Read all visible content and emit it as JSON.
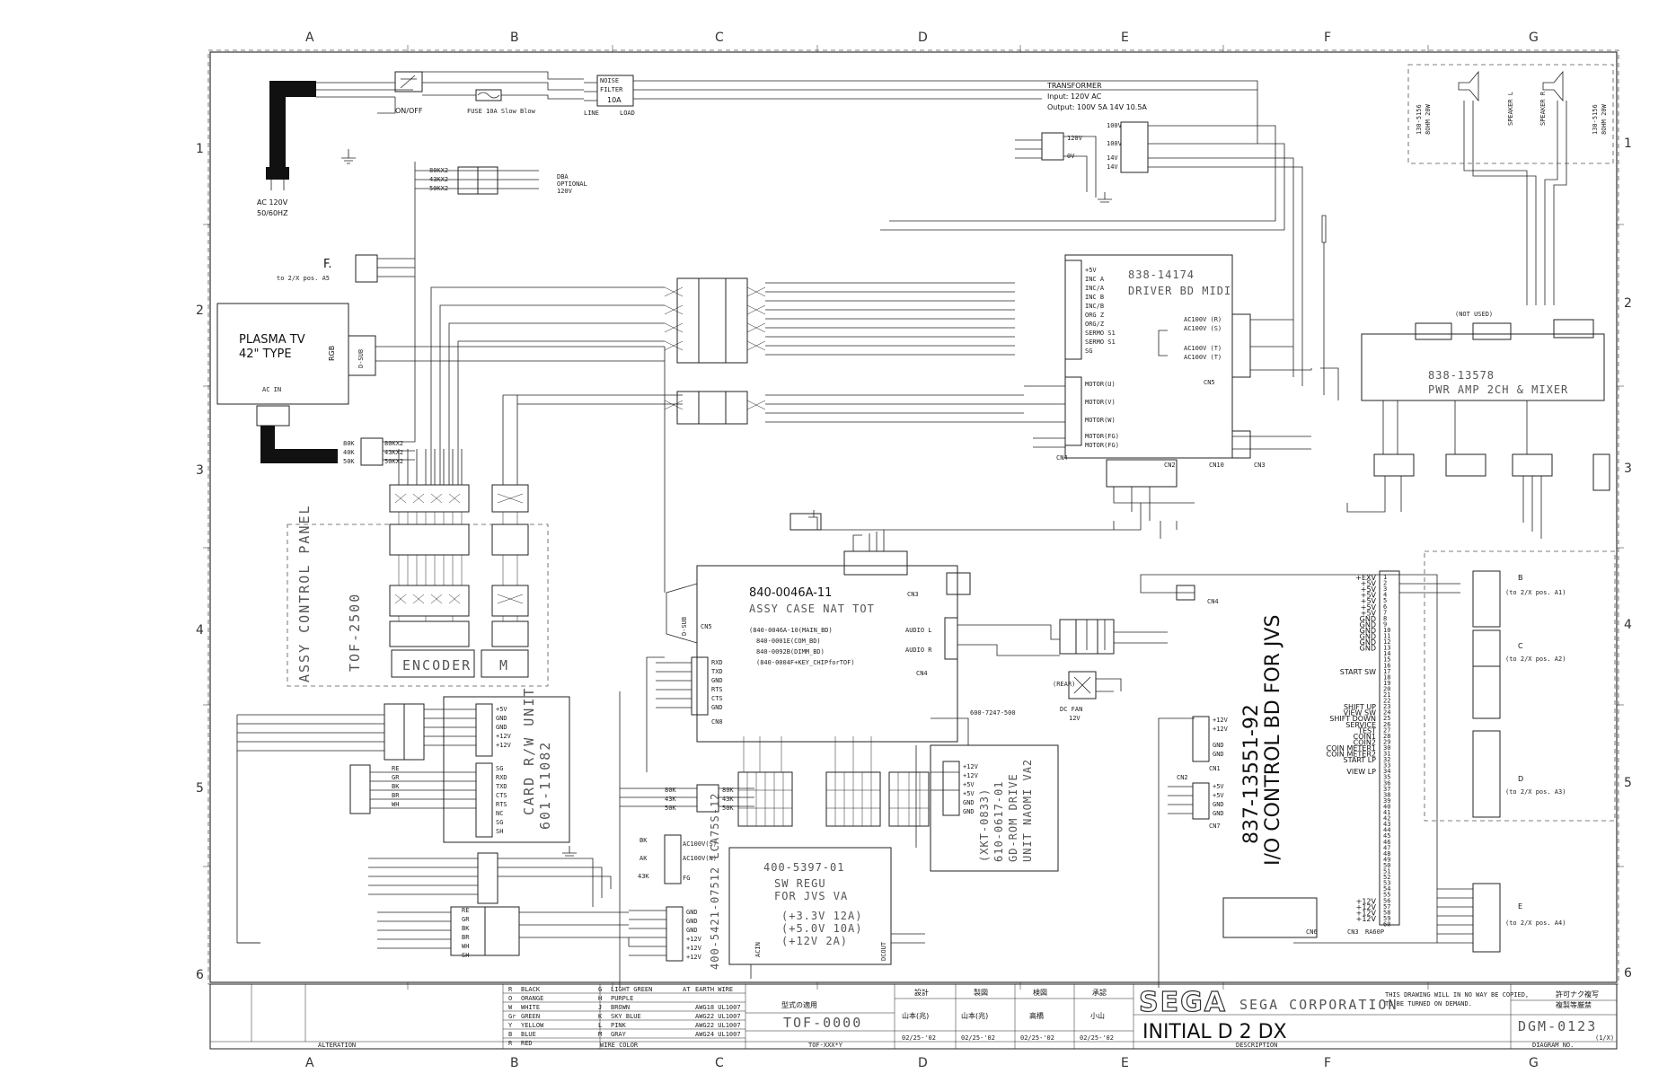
{
  "grid": {
    "columns": [
      "A",
      "B",
      "C",
      "D",
      "E",
      "F",
      "G"
    ],
    "rows": [
      "1",
      "2",
      "3",
      "4",
      "5",
      "6"
    ]
  },
  "power": {
    "ac_label": "AC 120V",
    "hz_label": "50/60HZ",
    "switch_label": "ON/OFF",
    "fuse_label": "FUSE 10A Slow Blow",
    "noise_filter": [
      "NOISE",
      "FILTER",
      "10A"
    ],
    "line_label": "LINE",
    "load_label": "LOAD",
    "dba_label": [
      "DBA",
      "OPTIONAL",
      "120V"
    ]
  },
  "transformer": {
    "title": "TRANSFORMER",
    "input": "Input: 120V AC",
    "output": "Output: 100V 5A 14V 10.5A",
    "taps": [
      "120V",
      "0V",
      "100V",
      "100V",
      "14V",
      "14V"
    ]
  },
  "f_note": {
    "letter": "F.",
    "note": "to 2/X pos. A5"
  },
  "plasma": {
    "title": "PLASMA TV",
    "size": "42\" TYPE",
    "rgb": "RGB",
    "dsub": "D-SUB",
    "acin": "AC IN"
  },
  "control_panel": {
    "title": "ASSY CONTROL PANEL",
    "part": "TOF-2500",
    "encoder": "ENCODER",
    "m": "M"
  },
  "driver": {
    "part": "838-14174",
    "title": "DRIVER BD MIDI",
    "pins": [
      "+5V",
      "INC A",
      "INC/A",
      "INC B",
      "INC/B",
      "ORG Z",
      "ORG/Z",
      "SERMO S1",
      "SERMO S1",
      "SG"
    ],
    "motor": [
      "MOTOR(U)",
      "MOTOR(V)",
      "MOTOR(W)",
      "MOTOR(FG)",
      "MOTOR(FG)"
    ],
    "ac100": [
      "AC100V (R)",
      "AC100V (S)",
      "AC100V (T)",
      "AC100V (T)"
    ],
    "cn": [
      "CN5",
      "CN4",
      "CN3",
      "CN2",
      "CN10"
    ]
  },
  "amp": {
    "part": "838-13578",
    "title": "PWR AMP 2CH & MIXER",
    "not_used": "(NOT USED)",
    "speaker_l": "SPEAKER L",
    "speaker_r": "SPEAKER R",
    "spk_part": "130-5156",
    "spk_spec": "8OHM 20W"
  },
  "naomi": {
    "part": "840-0046A-11",
    "title": "ASSY CASE NAT TOT",
    "subs": [
      "(840-0046A-10(MAIN_BD)",
      "840-0001E(COM_BD)",
      "840-0092B(DIMM_BD)",
      "(840-0004F+KEY_CHIPforTOF)"
    ],
    "dsub": "D-SUB",
    "serial": [
      "RXD",
      "TXD",
      "GND",
      "RTS",
      "CTS",
      "GND"
    ],
    "audio_l": "AUDIO L",
    "audio_r": "AUDIO R",
    "cn": [
      "CN3",
      "CN5",
      "CN8",
      "CN4"
    ]
  },
  "card_rw": {
    "part": "601-11082",
    "title": "CARD R/W UNIT",
    "pins": [
      "+5V",
      "GND",
      "GND",
      "+12V",
      "+12V"
    ],
    "serial": [
      "SG",
      "RXD",
      "TXD",
      "CTS",
      "RTS",
      "NC",
      "SG",
      "SH"
    ]
  },
  "gdrom": {
    "part": "610-0617-01",
    "title": "GD-ROM DRIVE",
    "unit": "UNIT NAOMI VA2",
    "xkt": "(XKT-0833)",
    "pins": [
      "+12V",
      "+12V",
      "+5V",
      "+5V",
      "GND",
      "GND"
    ],
    "board": "600-7247-500"
  },
  "regu": {
    "part": "400-5397-01",
    "title": [
      "SW REGU",
      "FOR JVS VA"
    ],
    "outputs": [
      "(+3.3V 12A)",
      "(+5.0V 10A)",
      "(+12V 2A)"
    ],
    "acin": "ACIN",
    "dcout": "DCOUT",
    "side": "400-5421-07512 LCA75S-12",
    "pins": [
      "GND",
      "GND",
      "GND",
      "+12V",
      "+12V",
      "+12V"
    ]
  },
  "fan": {
    "label": "DC FAN",
    "volt": "12V",
    "rear": "(REAR)"
  },
  "io": {
    "part": "837-13551-92",
    "title": "I/O CONTROL BD FOR JVS",
    "pins_left": [
      "+EXV",
      "+5V",
      "+5V",
      "+5V",
      "+5V",
      "+5V",
      "+5V",
      "GND",
      "GND",
      "GND",
      "GND",
      "GND",
      "GND",
      "START SW",
      "",
      "",
      "",
      "",
      "",
      "SHIFT UP",
      "VIEW SW",
      "SHIFT DOWN",
      "SERVICE",
      "TEST",
      "COIN1",
      "COIN2",
      "COIN METER1",
      "COIN METER2",
      "START LP",
      "",
      "VIEW LP",
      "",
      "",
      "",
      "+12V",
      "+12V",
      "+12V",
      "+12V"
    ],
    "pin_numbers": [
      "1",
      "2",
      "3",
      "4",
      "5",
      "6",
      "7",
      "8",
      "9",
      "10",
      "11",
      "12",
      "13",
      "14",
      "15",
      "16",
      "17",
      "18",
      "19",
      "20",
      "21",
      "22",
      "23",
      "24",
      "25",
      "26",
      "27",
      "28",
      "29",
      "30",
      "31",
      "32",
      "33",
      "34",
      "35",
      "36",
      "37",
      "38",
      "39",
      "40",
      "41",
      "42",
      "43",
      "44",
      "45",
      "46",
      "47",
      "48",
      "49",
      "50",
      "51",
      "52",
      "53",
      "54",
      "55",
      "56",
      "57",
      "58",
      "59",
      "60"
    ],
    "cn": [
      "CN1",
      "CN2",
      "CN3",
      "CN4",
      "CN6",
      "CN7"
    ],
    "ra60p": "RA60P",
    "power_pins": [
      "+12V",
      "+12V",
      "GND",
      "GND",
      "+5V",
      "+5V",
      "GND",
      "GND"
    ]
  },
  "connectors_right": {
    "b": {
      "letter": "B",
      "note": "(to 2/X pos. A1)"
    },
    "c": {
      "letter": "C",
      "note": "(to 2/X pos. A2)"
    },
    "d": {
      "letter": "D",
      "note": "(to 2/X pos. A3)"
    },
    "e": {
      "letter": "E",
      "note": "(to 2/X pos. A4)"
    }
  },
  "title_block": {
    "company": "SEGA CORPORATION",
    "logo": "SEGA",
    "title": "INITIAL D 2 DX",
    "notice": [
      "THIS DRAWING WILL IN NO WAY BE COPIED,",
      "TO BE TURNED ON DEMAND."
    ],
    "notice_jp": [
      "許可ナク複写",
      "複製等厳禁"
    ],
    "drawing_no": "DGM-0123",
    "sheet": "(1/X)",
    "model": "TOF-0000",
    "model_label": "型式の適用",
    "sign_headers": [
      "設計",
      "製図",
      "検図",
      "承認"
    ],
    "signers": [
      "山本(兆)",
      "山本(兆)",
      "高橋",
      "小山"
    ],
    "dates": [
      "02/25-'02",
      "02/25-'02",
      "02/25-'02",
      "02/25-'02"
    ],
    "labels": {
      "alteration": "ALTERATION",
      "wire_color": "WIRE COLOR",
      "description": "DESCRIPTION",
      "diagram_no": "DIAGRAM NO.",
      "tof": "TOF-XXX*Y"
    },
    "colors": [
      [
        "R",
        "BLACK",
        "G",
        "LIGHT GREEN",
        "AT",
        "EARTH WIRE"
      ],
      [
        "O",
        "ORANGE",
        "H",
        "PURPLE",
        "",
        ""
      ],
      [
        "W",
        "WHITE",
        "J",
        "BROWN",
        "",
        "AWG18 UL1007"
      ],
      [
        "Gr",
        "GREEN",
        "K",
        "SKY BLUE",
        "",
        "AWG22 UL1007"
      ],
      [
        "Y",
        "YELLOW",
        "L",
        "PINK",
        "",
        "AWG22 UL1007"
      ],
      [
        "B",
        "BLUE",
        "M",
        "GRAY",
        "",
        "AWG24 UL1007"
      ],
      [
        "R",
        "RED",
        "",
        "",
        "",
        ""
      ]
    ]
  }
}
